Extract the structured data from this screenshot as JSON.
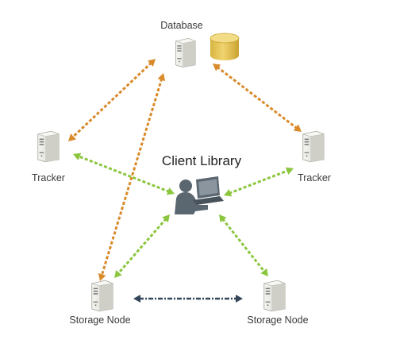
{
  "diagram": {
    "nodes": {
      "database": {
        "label": "Database",
        "icon": "server-icon"
      },
      "database_storage": {
        "icon": "database-cylinder-icon"
      },
      "tracker_left": {
        "label": "Tracker",
        "icon": "server-icon"
      },
      "tracker_right": {
        "label": "Tracker",
        "icon": "server-icon"
      },
      "client": {
        "label": "Client Library",
        "icon": "laptop-user-icon"
      },
      "storage_left": {
        "label": "Storage Node",
        "icon": "server-icon"
      },
      "storage_right": {
        "label": "Storage Node",
        "icon": "server-icon"
      }
    },
    "connections": [
      {
        "from": "database",
        "to": "tracker_left",
        "color": "orange"
      },
      {
        "from": "database",
        "to": "tracker_right",
        "color": "orange"
      },
      {
        "from": "database",
        "to": "storage_left",
        "color": "orange"
      },
      {
        "from": "client",
        "to": "tracker_left",
        "color": "green"
      },
      {
        "from": "client",
        "to": "tracker_right",
        "color": "green"
      },
      {
        "from": "client",
        "to": "storage_left",
        "color": "green"
      },
      {
        "from": "client",
        "to": "storage_right",
        "color": "green"
      },
      {
        "from": "storage_left",
        "to": "storage_right",
        "color": "navy"
      }
    ],
    "colors": {
      "orange": "#d98a2b",
      "green": "#8cc63f",
      "navy": "#34465a",
      "server_body": "#e8e8e4",
      "server_shadow": "#b8b8b2",
      "cylinder": "#e0c050",
      "user": "#5a6670"
    }
  }
}
